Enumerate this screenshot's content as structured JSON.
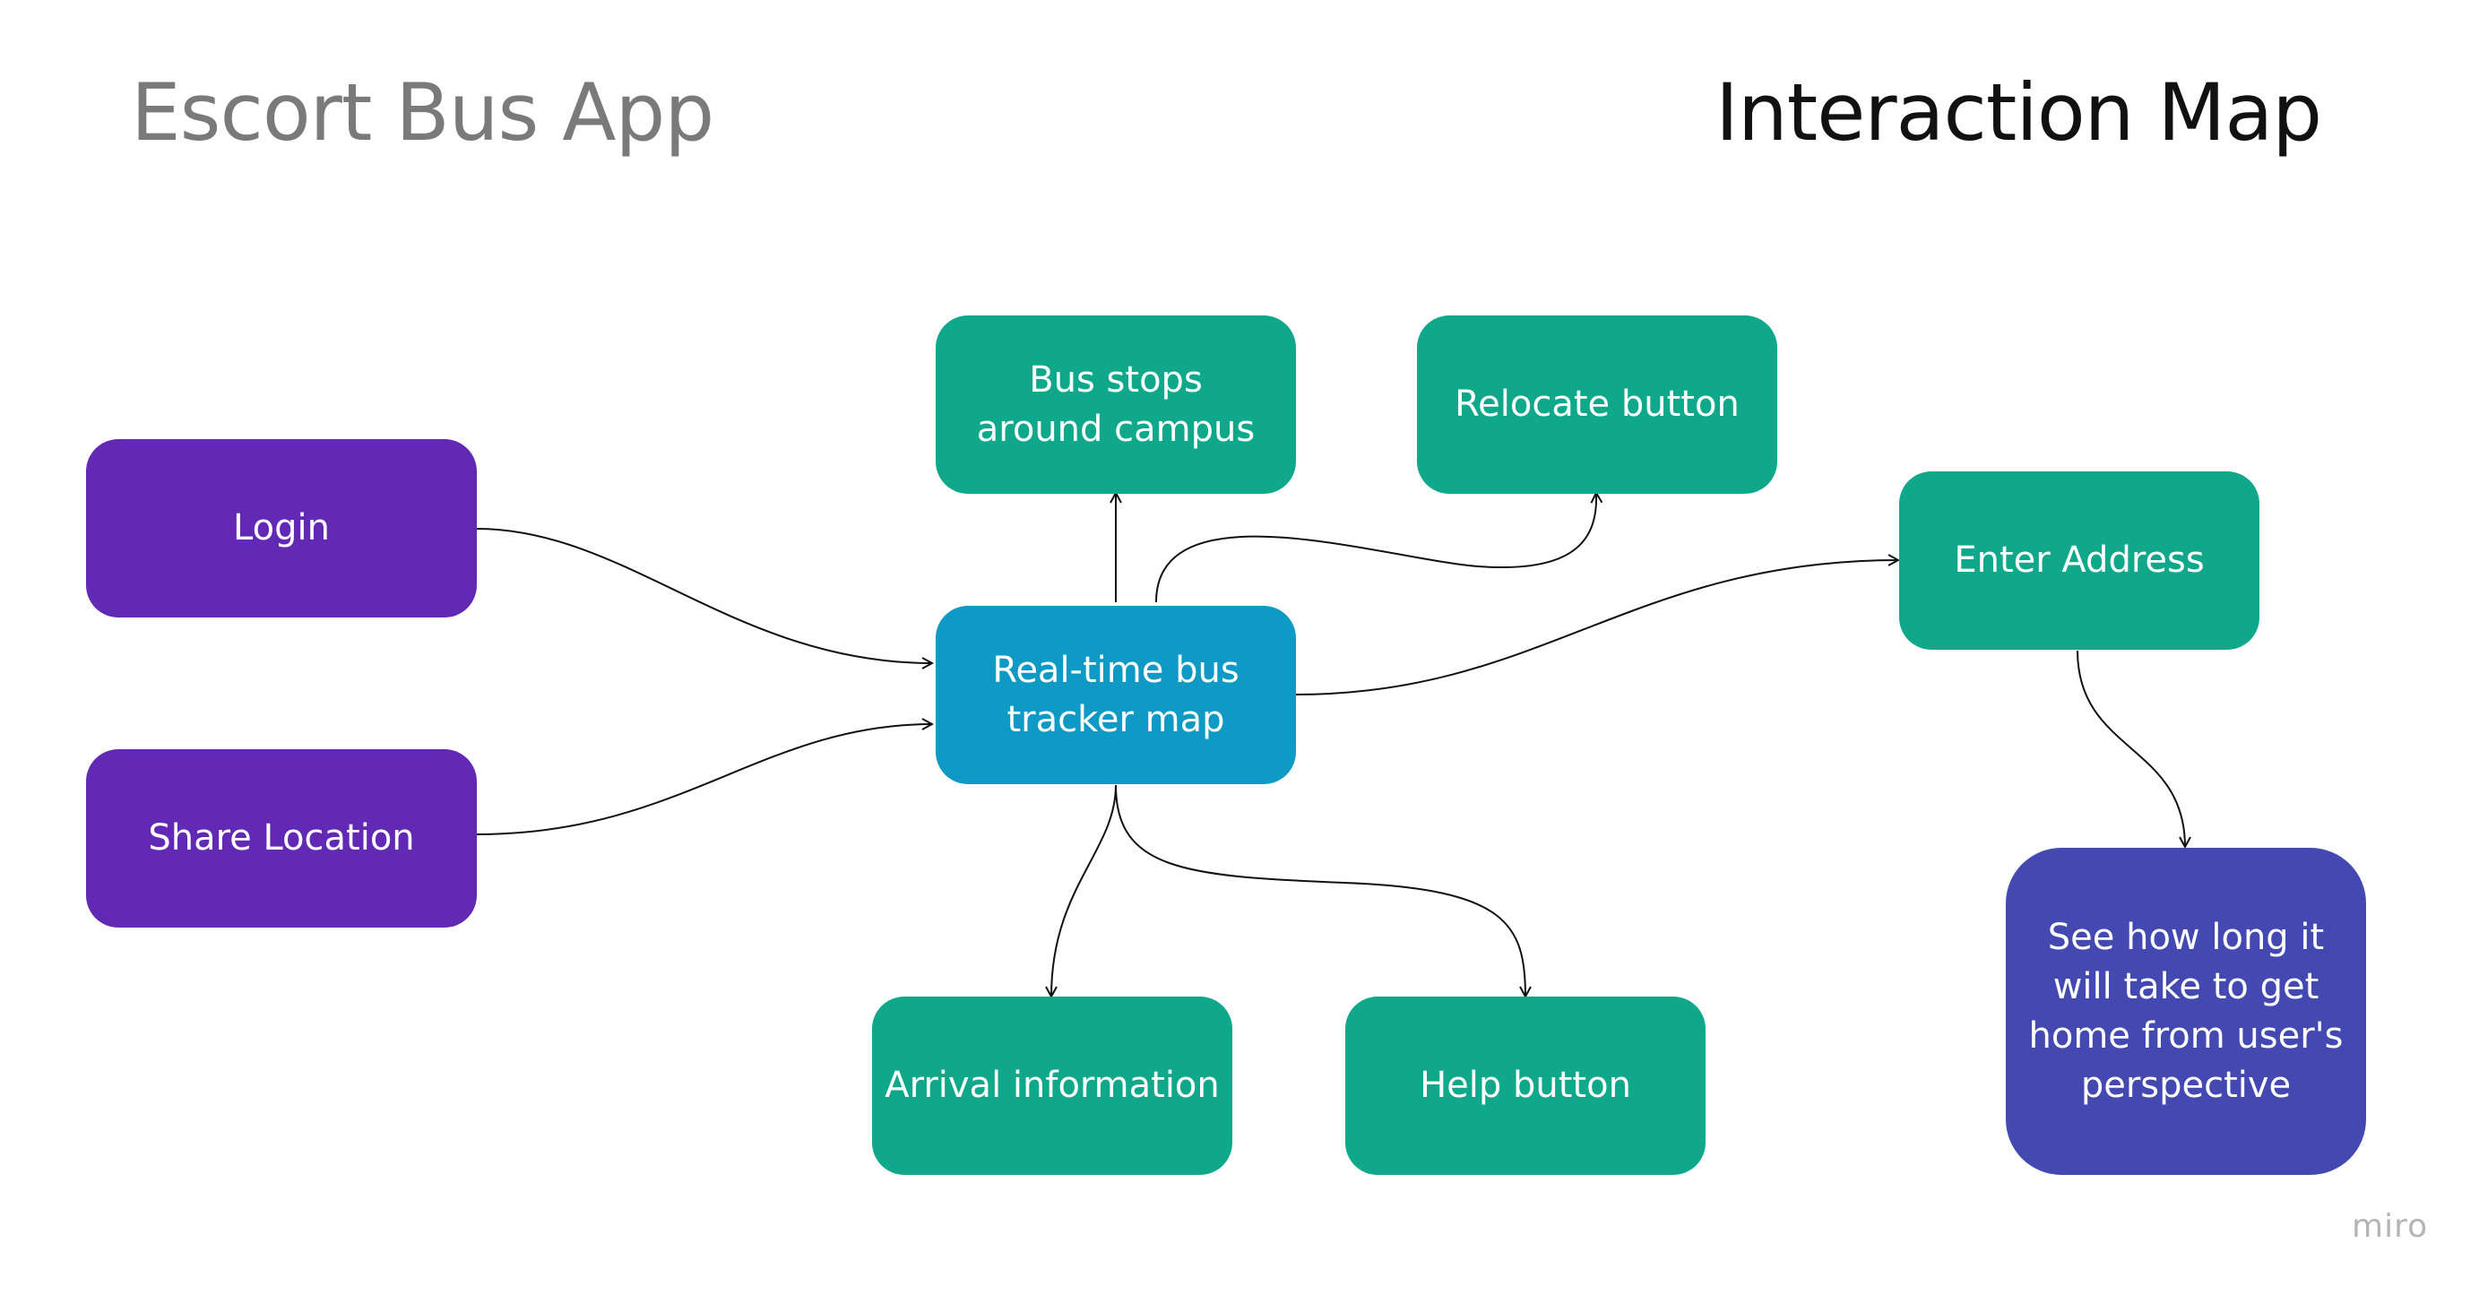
{
  "header": {
    "app_title": "Escort Bus App",
    "map_title": "Interaction Map"
  },
  "nodes": {
    "login": "Login",
    "share_location": "Share Location",
    "tracker_map": "Real-time bus tracker map",
    "bus_stops": "Bus stops around campus",
    "relocate": "Relocate button",
    "enter_address": "Enter Address",
    "arrival_info": "Arrival information",
    "help_button": "Help button",
    "time_home": "See how long it will take to get home from user's perspective"
  },
  "edges": [
    {
      "from": "Login",
      "to": "Real-time bus tracker map"
    },
    {
      "from": "Share Location",
      "to": "Real-time bus tracker map"
    },
    {
      "from": "Real-time bus tracker map",
      "to": "Bus stops around campus"
    },
    {
      "from": "Real-time bus tracker map",
      "to": "Relocate button"
    },
    {
      "from": "Real-time bus tracker map",
      "to": "Enter Address"
    },
    {
      "from": "Real-time bus tracker map",
      "to": "Arrival information"
    },
    {
      "from": "Real-time bus tracker map",
      "to": "Help button"
    },
    {
      "from": "Enter Address",
      "to": "See how long it will take to get home from user's perspective"
    }
  ],
  "colors": {
    "entry_nodes": "#6229b5",
    "feature_nodes": "#0fa88a",
    "central_node": "#0e9ac4",
    "outcome_node": "#4349b1"
  },
  "watermark": "miro"
}
